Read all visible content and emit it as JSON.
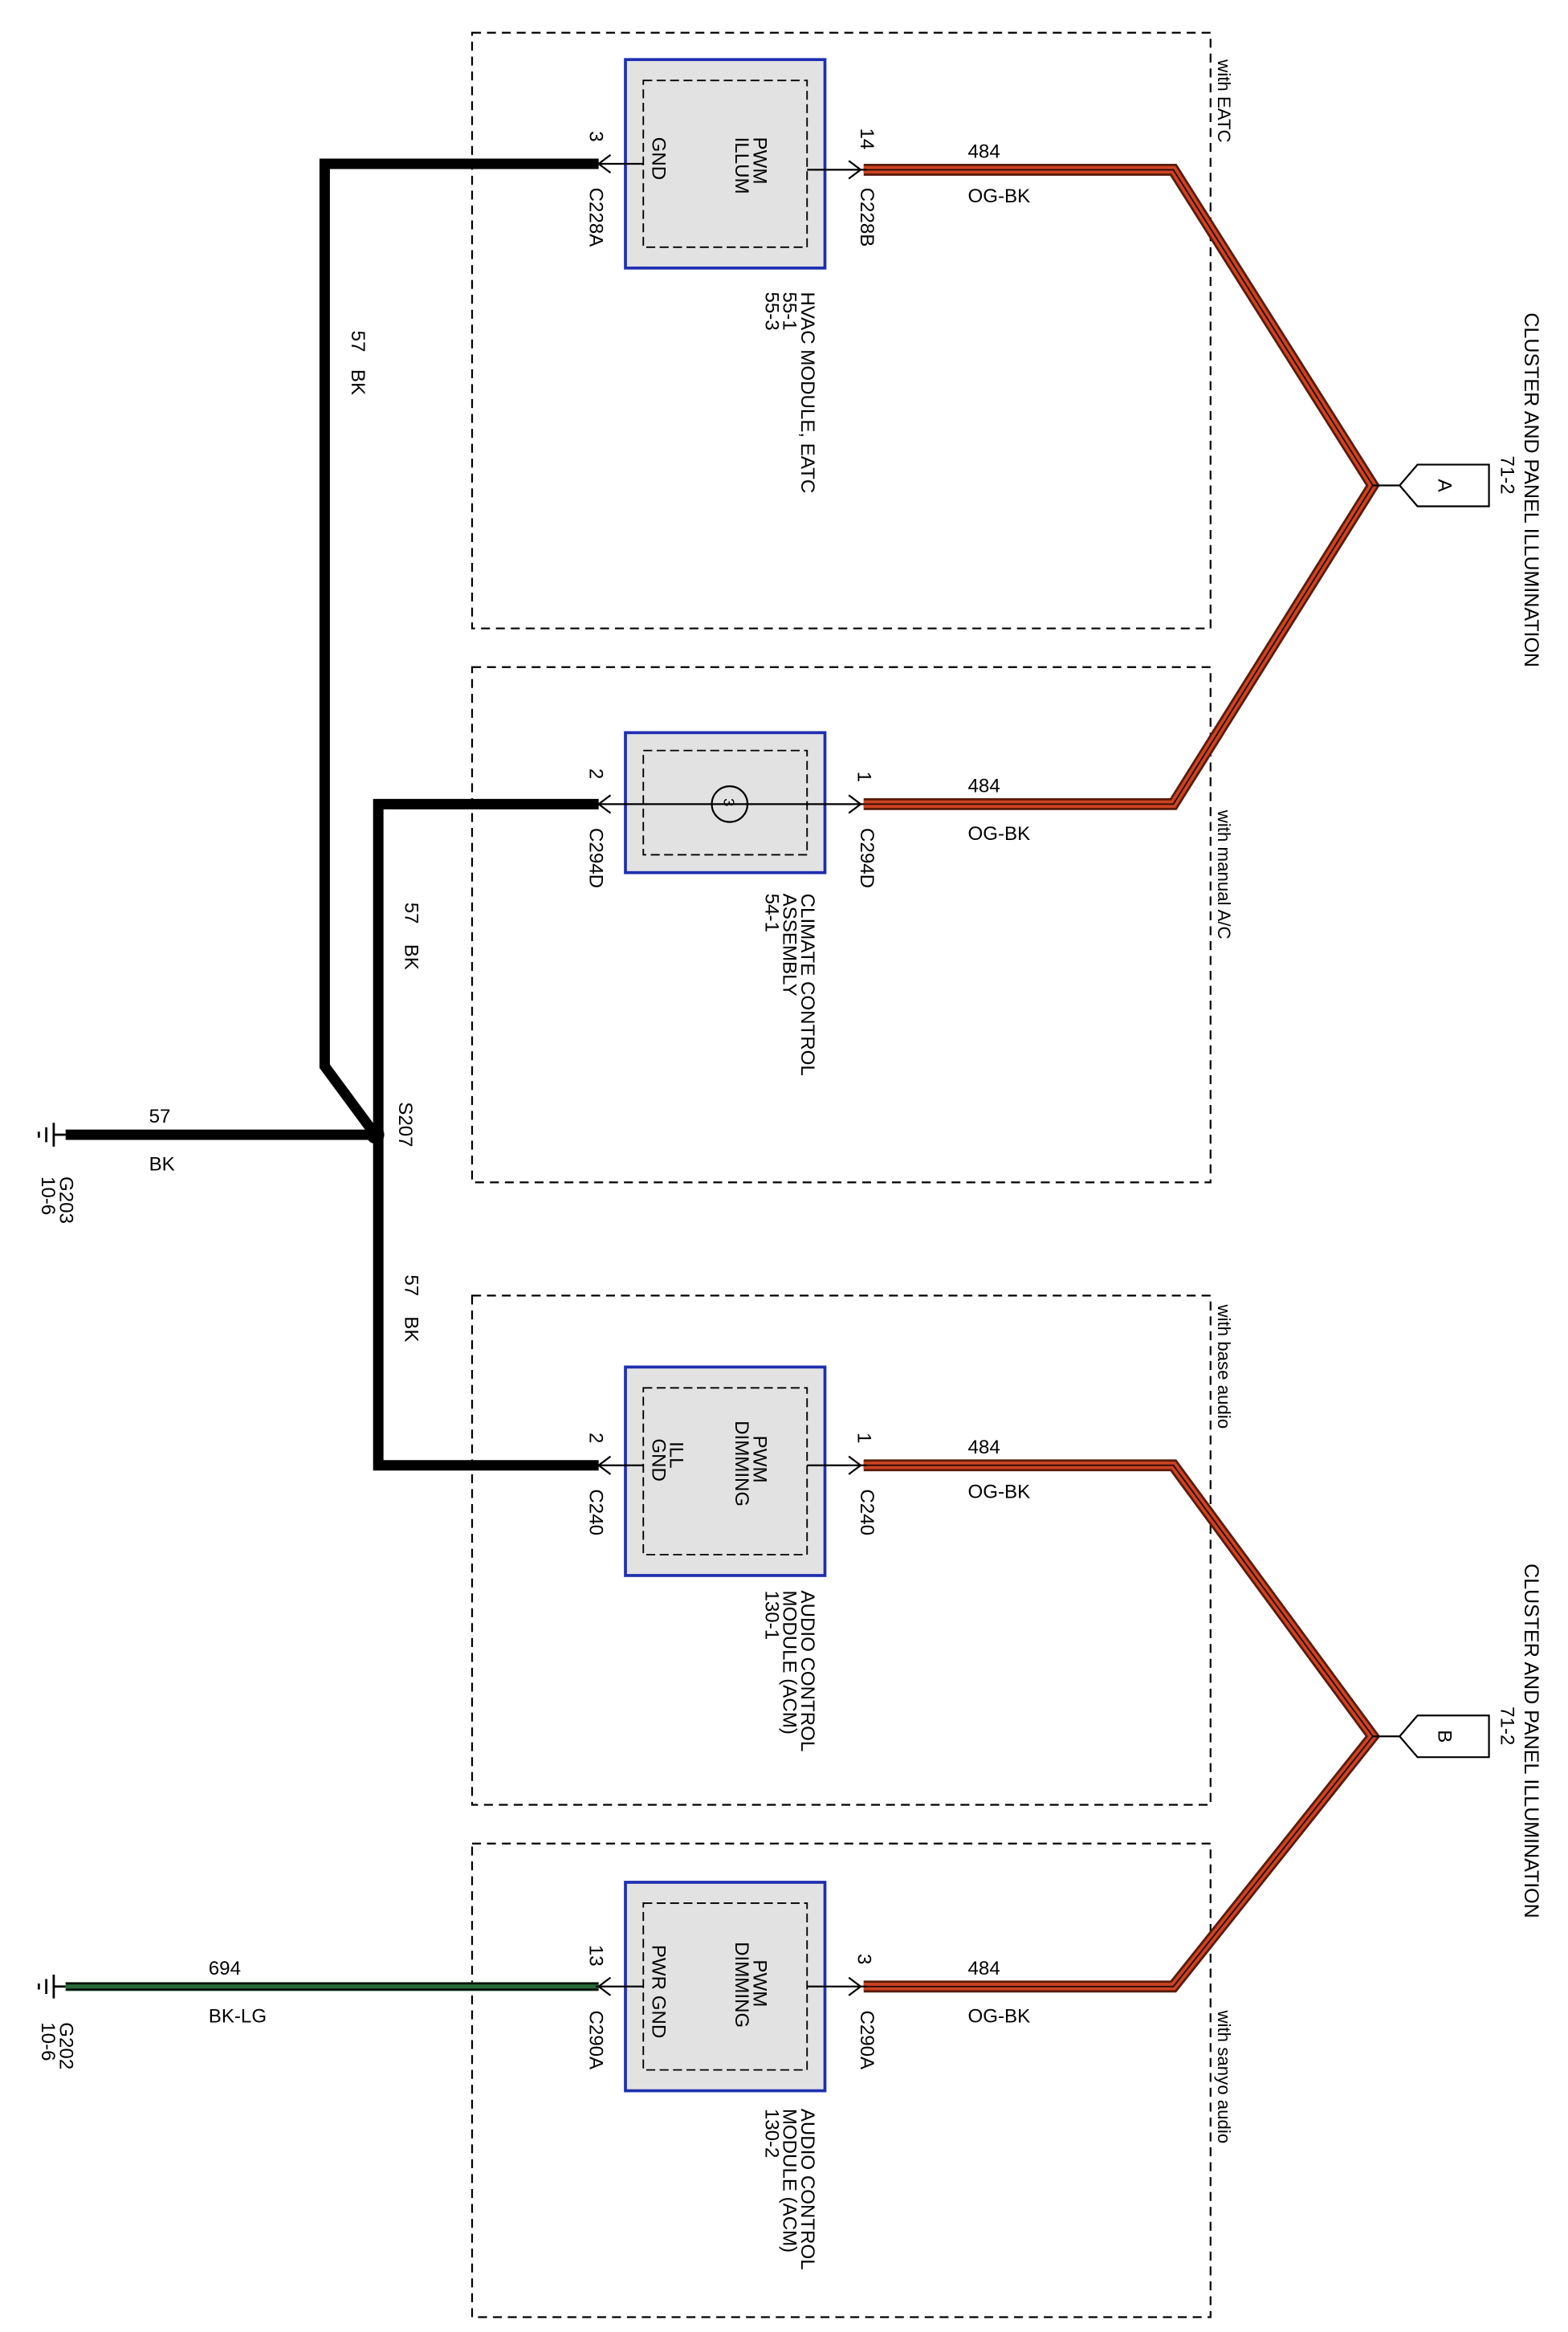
{
  "colors": {
    "orange_wire": "#cc4422",
    "black_wire": "#000000",
    "green_wire": "#2a6a3a",
    "module_border": "#1f2fb0",
    "module_fill": "#e2e2e2"
  },
  "destinations": {
    "a": {
      "title": "CLUSTER AND PANEL ILLUMINATION",
      "page": "71-2",
      "letter": "A"
    },
    "b": {
      "title": "CLUSTER AND PANEL ILLUMINATION",
      "page": "71-2",
      "letter": "B"
    }
  },
  "grounds": {
    "g203": {
      "name": "G203",
      "page": "10-6"
    },
    "g202": {
      "name": "G202",
      "page": "10-6"
    }
  },
  "splice": {
    "name": "S207"
  },
  "sections": {
    "eatc": {
      "condition": "with EATC",
      "module": {
        "line1": "HVAC MODULE, EATC",
        "line2": "55-1",
        "line3": "55-3"
      },
      "pin_left": {
        "label": "GND",
        "number": "3",
        "connector": "C228A"
      },
      "pin_right": {
        "label1": "PWM",
        "label2": "ILLUM",
        "number": "14",
        "connector": "C228B"
      },
      "wire_right": {
        "circuit": "484",
        "color": "OG-BK"
      },
      "wire_left": {
        "circuit": "57",
        "color": "BK"
      }
    },
    "manual": {
      "condition": "with manual A/C",
      "module": {
        "line1": "CLIMATE CONTROL",
        "line2": "ASSEMBLY",
        "line3": "54-1"
      },
      "pin_left": {
        "number": "2",
        "connector": "C294D"
      },
      "pin_right": {
        "number": "1",
        "connector": "C294D"
      },
      "lamp_symbol": "3",
      "wire_right": {
        "circuit": "484",
        "color": "OG-BK"
      },
      "wire_left": {
        "circuit": "57",
        "color": "BK"
      }
    },
    "base_audio": {
      "condition": "with base audio",
      "module": {
        "line1": "AUDIO CONTROL",
        "line2": "MODULE (ACM)",
        "line3": "130-1"
      },
      "pin_left": {
        "label1": "ILL",
        "label2": "GND",
        "number": "2",
        "connector": "C240"
      },
      "pin_right": {
        "label1": "PWM",
        "label2": "DIMMING",
        "number": "1",
        "connector": "C240"
      },
      "wire_right": {
        "circuit": "484",
        "color": "OG-BK"
      },
      "wire_left": {
        "circuit": "57",
        "color": "BK"
      }
    },
    "sanyo_audio": {
      "condition": "with sanyo audio",
      "module": {
        "line1": "AUDIO CONTROL",
        "line2": "MODULE (ACM)",
        "line3": "130-2"
      },
      "pin_left": {
        "label": "PWR GND",
        "number": "13",
        "connector": "C290A"
      },
      "pin_right": {
        "label1": "PWM",
        "label2": "DIMMING",
        "number": "3",
        "connector": "C290A"
      },
      "wire_right": {
        "circuit": "484",
        "color": "OG-BK"
      },
      "wire_left": {
        "circuit": "694",
        "color": "BK-LG"
      }
    }
  },
  "ground_wire": {
    "circuit": "57",
    "color": "BK"
  }
}
